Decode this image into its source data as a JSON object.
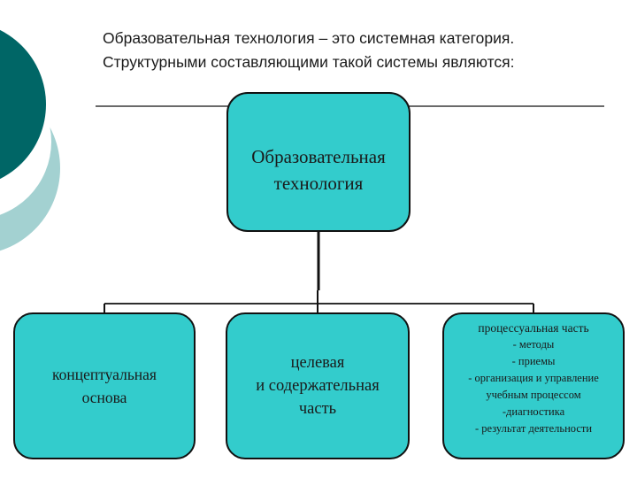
{
  "header": {
    "title_line1": "Образовательная технология – это системная категория.",
    "title_line2": "Структурными составляющими такой системы являются:"
  },
  "root_node": {
    "line1": "Образовательная",
    "line2": "технология"
  },
  "children": [
    {
      "lines": [
        "концептуальная",
        "основа"
      ]
    },
    {
      "lines": [
        "целевая",
        "и содержательная",
        "часть"
      ]
    },
    {
      "lines": [
        "процессуальная часть",
        "- методы",
        "- приемы",
        "- организация и управление",
        "учебным процессом",
        "-диагностика",
        "- результат деятельности"
      ]
    }
  ],
  "colors": {
    "box_fill": "#33cccc",
    "deco_dark": "#006666",
    "deco_light": "#99cccc",
    "line": "#111111"
  }
}
